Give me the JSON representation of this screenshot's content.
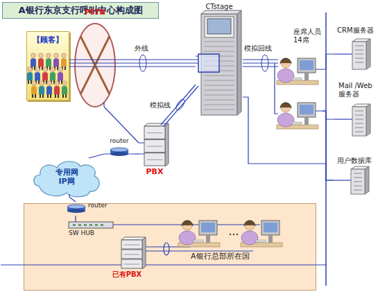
{
  "diagram": {
    "title": "A银行东京支行呼叫中心构成图",
    "nodes": [
      {
        "text": [
          "【顾客】"
        ]
      },
      {
        "text": [
          "PSTN"
        ]
      },
      {
        "text": [
          "CTstage"
        ]
      },
      {
        "text": [
          "座席人员 14席"
        ]
      },
      {
        "text": [
          "CRM服务器"
        ]
      },
      {
        "text": [
          "Mail /Web 服务器"
        ]
      },
      {
        "text": [
          "用户数据库"
        ]
      },
      {
        "text": [
          "PBX"
        ]
      },
      {
        "text": [
          "router"
        ]
      },
      {
        "text": [
          "专用网 IP网"
        ]
      },
      {
        "text": [
          "A银行总部所在国"
        ]
      },
      {
        "text": [
          "router"
        ],
        "in": 10
      },
      {
        "text": [
          "SW HUB"
        ],
        "in": 10
      },
      {
        "text": [
          "已有PBX"
        ],
        "in": 10
      }
    ],
    "edges": [
      {
        "from": 0,
        "to": 1,
        "arrow": "none"
      },
      {
        "from": 1,
        "to": 2,
        "label": "外线",
        "arrow": "none"
      },
      {
        "from": 1,
        "to": 7,
        "arrow": "none"
      },
      {
        "from": 7,
        "to": 2,
        "label": "模拟线",
        "arrow": "none"
      },
      {
        "from": 2,
        "to": 3,
        "label": "模拟回线",
        "arrow": "none"
      },
      {
        "from": 3,
        "to": 4,
        "arrow": "none"
      },
      {
        "from": 3,
        "to": 5,
        "arrow": "none"
      },
      {
        "from": 3,
        "to": 6,
        "arrow": "none"
      },
      {
        "from": 2,
        "to": 6,
        "arrow": "none"
      },
      {
        "from": 7,
        "to": 8,
        "arrow": "none"
      },
      {
        "from": 8,
        "to": 9,
        "arrow": "none"
      },
      {
        "from": 9,
        "to": 11,
        "arrow": "none"
      },
      {
        "from": 11,
        "to": 12,
        "arrow": "none"
      }
    ]
  }
}
